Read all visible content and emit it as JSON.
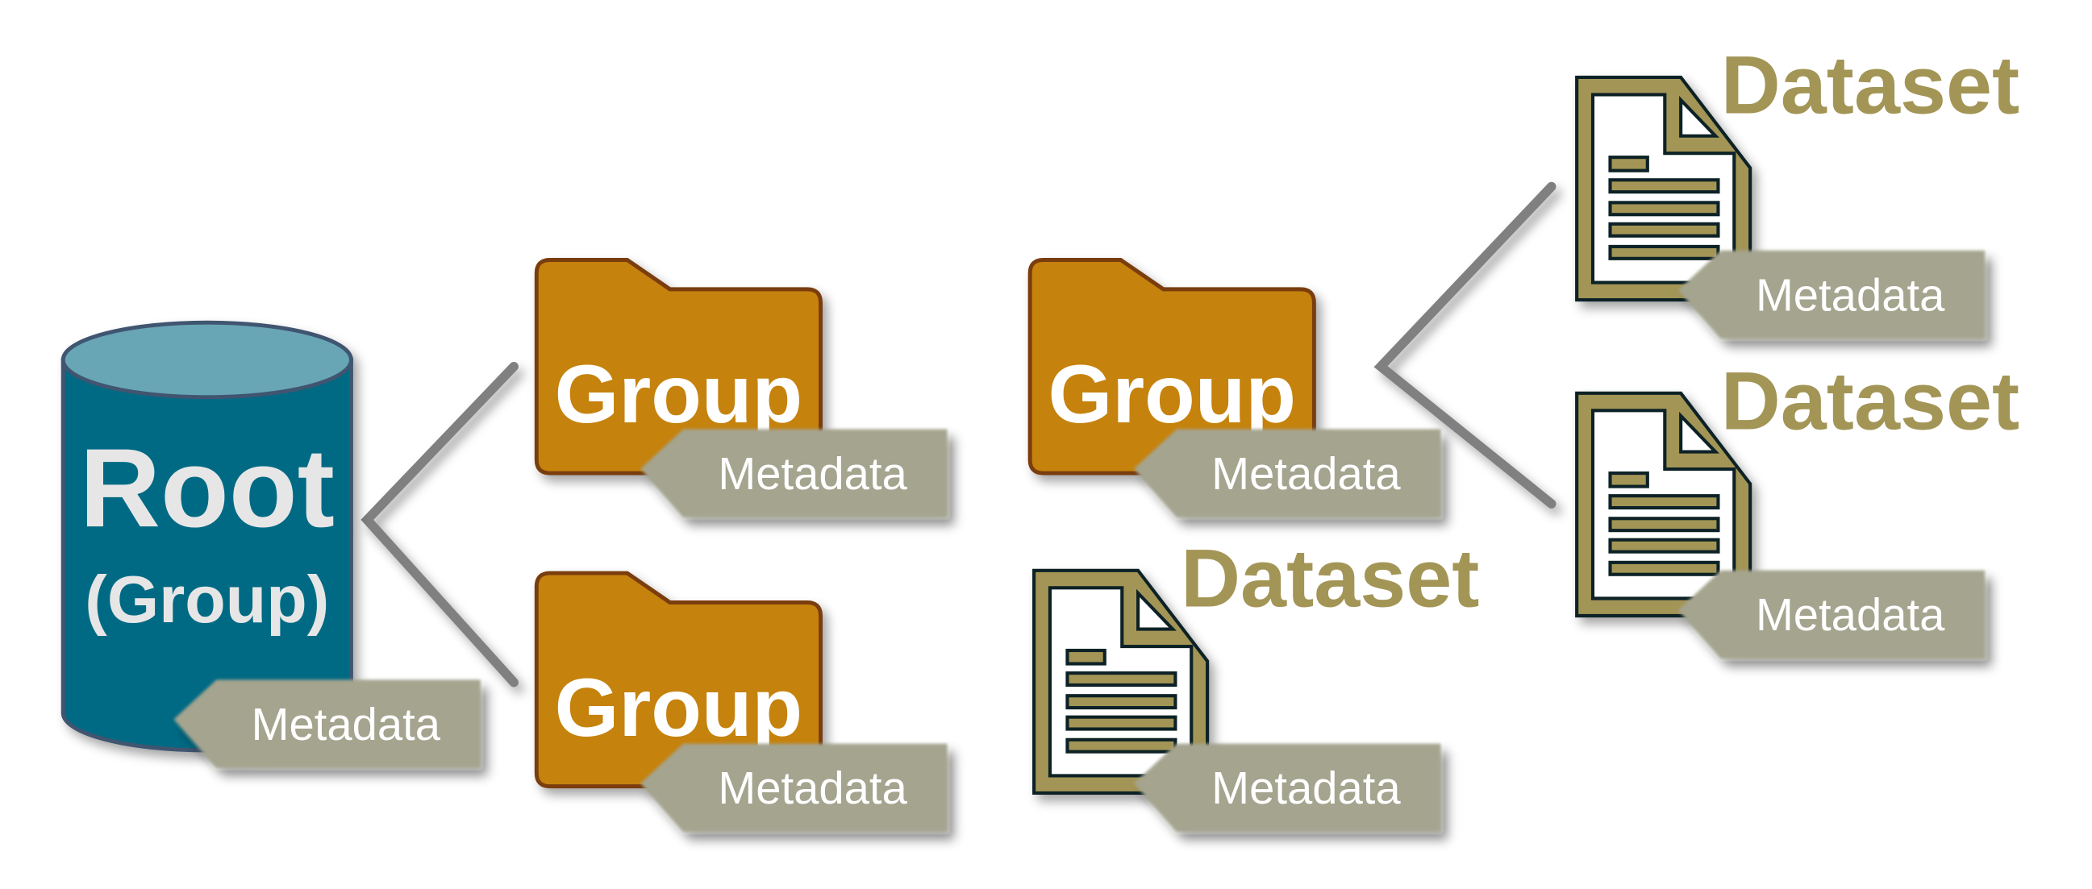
{
  "colors": {
    "root_body": "#036a84",
    "root_top": "#67a5b5",
    "root_outline": "#3f5570",
    "group_fill": "#c5820e",
    "group_outline": "#7a3e0e",
    "dataset_fill": "#a39556",
    "dataset_outline": "#0f2326",
    "metadata_fill": "#a4a48f",
    "connector": "#808080"
  },
  "root": {
    "title": "Root",
    "subtitle": "(Group)",
    "icon": "database-cylinder-icon",
    "metadata": "Metadata"
  },
  "groups": [
    {
      "label": "Group",
      "icon": "folder-icon",
      "metadata": "Metadata"
    },
    {
      "label": "Group",
      "icon": "folder-icon",
      "metadata": "Metadata"
    },
    {
      "label": "Group",
      "icon": "folder-icon",
      "metadata": "Metadata"
    }
  ],
  "datasets": [
    {
      "label": "Dataset",
      "icon": "document-icon",
      "metadata": "Metadata"
    },
    {
      "label": "Dataset",
      "icon": "document-icon",
      "metadata": "Metadata"
    },
    {
      "label": "Dataset",
      "icon": "document-icon",
      "metadata": "Metadata"
    }
  ]
}
